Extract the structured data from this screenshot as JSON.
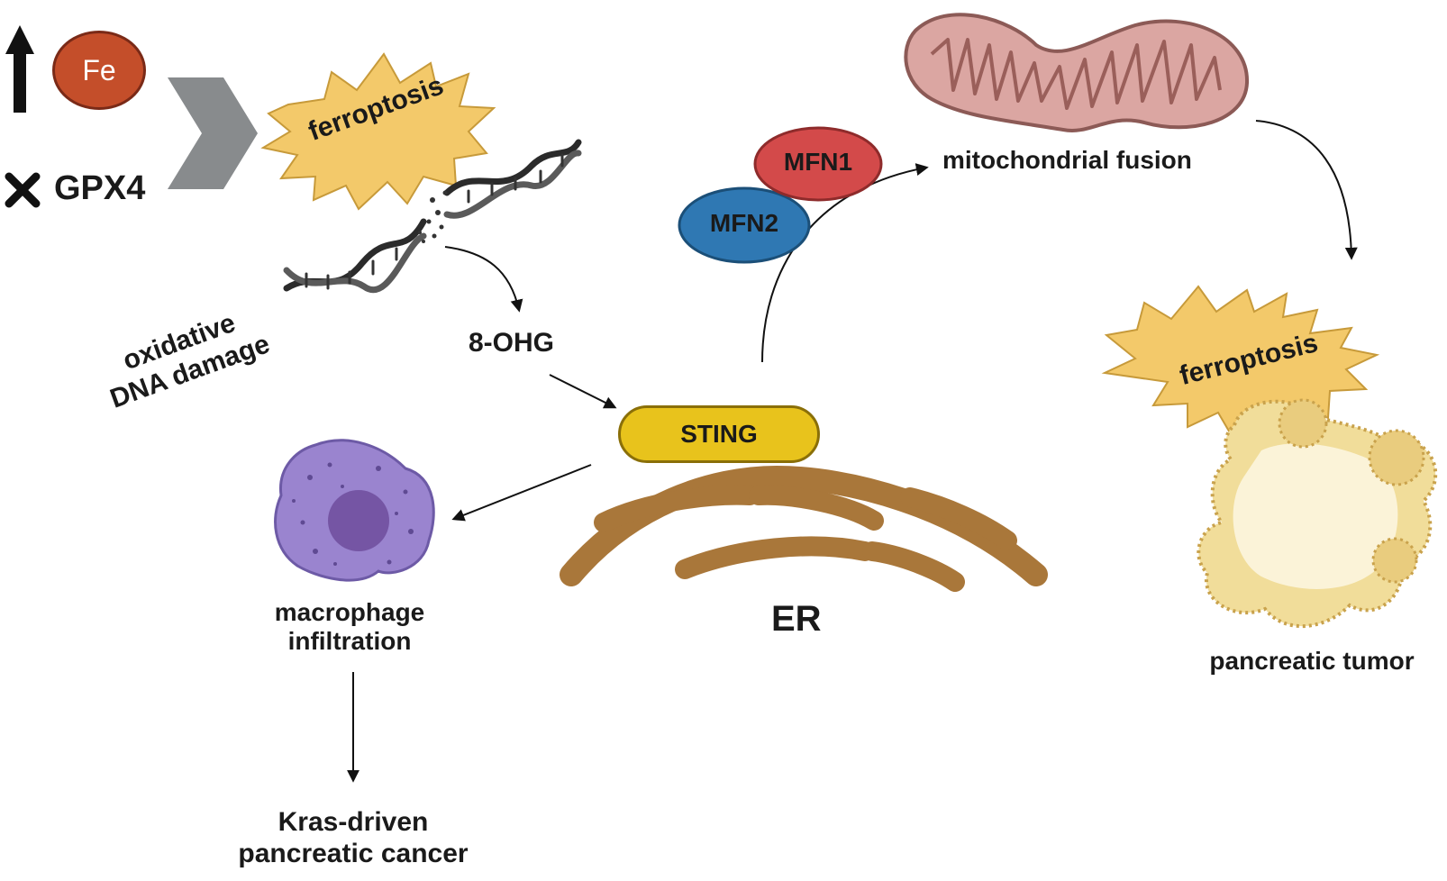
{
  "labels": {
    "fe": "Fe",
    "gpx4": "GPX4",
    "ferroptosis_top": "ferroptosis",
    "oxidative_line1": "oxidative",
    "oxidative_line2": "DNA damage",
    "ohg": "8-OHG",
    "sting": "STING",
    "er": "ER",
    "mfn1": "MFN1",
    "mfn2": "MFN2",
    "mito_fusion": "mitochondrial fusion",
    "ferroptosis_right": "ferroptosis",
    "pancreatic_tumor": "pancreatic tumor",
    "macrophage_line1": "macrophage",
    "macrophage_line2": "infiltration",
    "kras_line1": "Kras-driven",
    "kras_line2": "pancreatic cancer"
  },
  "colors": {
    "fe_fill": "#c44e2a",
    "burst_fill": "#f3c96a",
    "sting_fill": "#e8c31c",
    "er_fill": "#a9773a",
    "mfn1_fill": "#d34a4a",
    "mfn2_fill": "#2f78b3",
    "mito_fill": "#dba6a2",
    "macrophage_fill": "#9a84cf",
    "tumor_fill": "#f1dd9a",
    "chevron_fill": "#888b8d"
  },
  "icons": [
    "up-arrow-icon",
    "x-mark-icon",
    "chevron-icon",
    "dna-helix-icon",
    "mitochondrion-icon",
    "macrophage-icon",
    "tumor-icon",
    "er-icon"
  ]
}
